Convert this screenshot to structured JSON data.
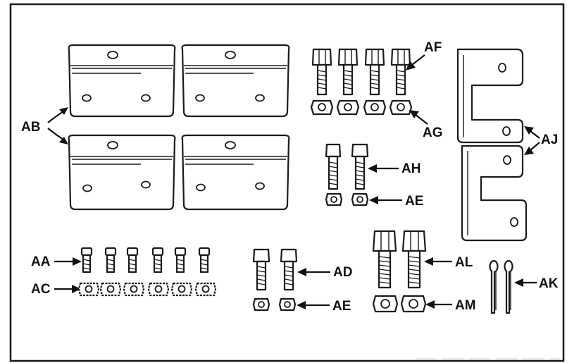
{
  "labels": {
    "ab": "AB",
    "af": "AF",
    "ag": "AG",
    "aj": "AJ",
    "ah": "AH",
    "ae_upper": "AE",
    "aa": "AA",
    "ac": "AC",
    "ad": "AD",
    "ae_lower": "AE",
    "al": "AL",
    "am": "AM",
    "ak": "AK"
  },
  "colors": {
    "line": "#1a1a1a",
    "background": "#ffffff"
  }
}
